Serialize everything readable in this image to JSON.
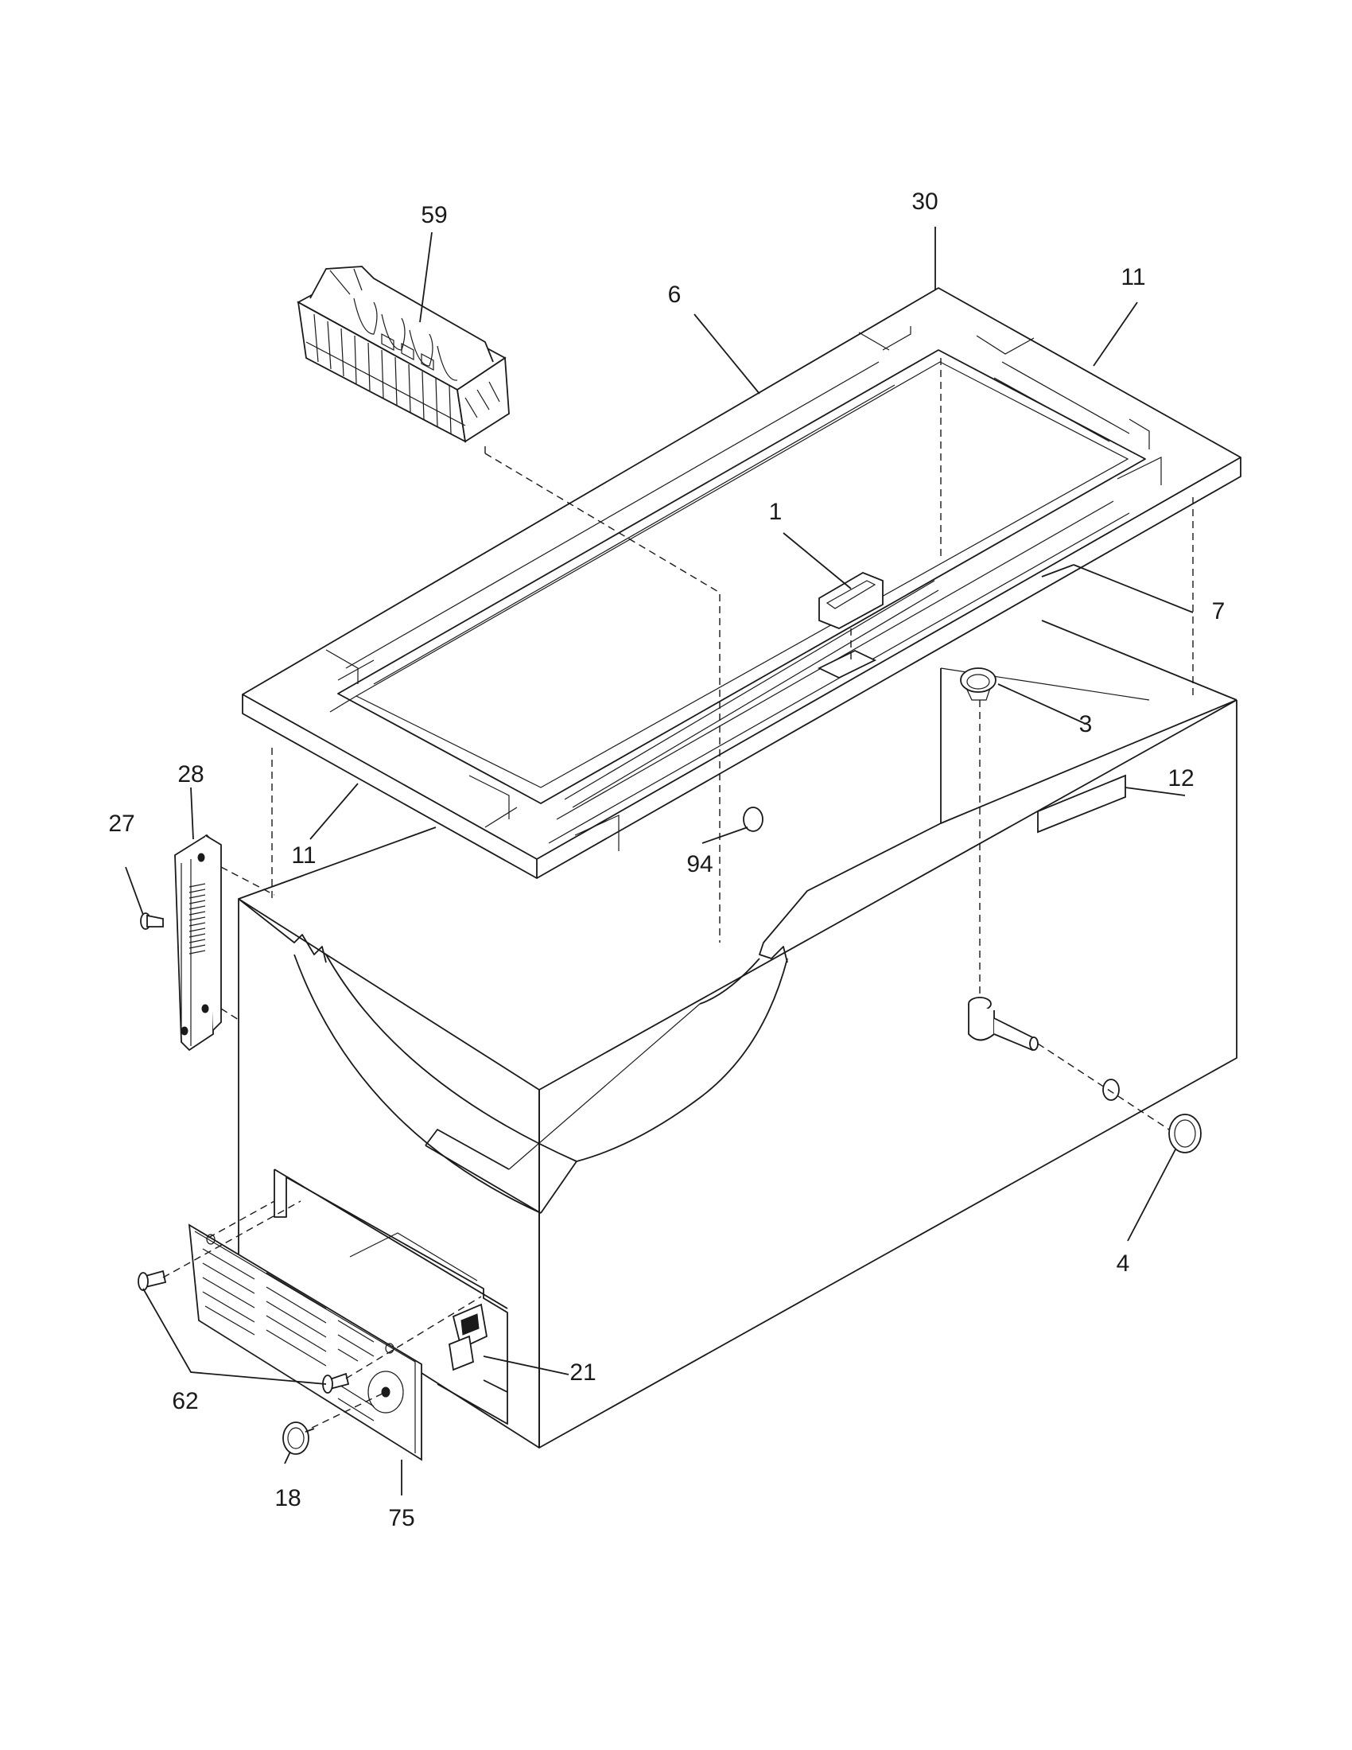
{
  "callouts": {
    "c59": "59",
    "c30": "30",
    "c6": "6",
    "c11_top": "11",
    "c1": "1",
    "c7": "7",
    "c3": "3",
    "c12": "12",
    "c28": "28",
    "c27": "27",
    "c11_left": "11",
    "c94": "94",
    "c4": "4",
    "c21": "21",
    "c62": "62",
    "c18": "18",
    "c75": "75"
  }
}
